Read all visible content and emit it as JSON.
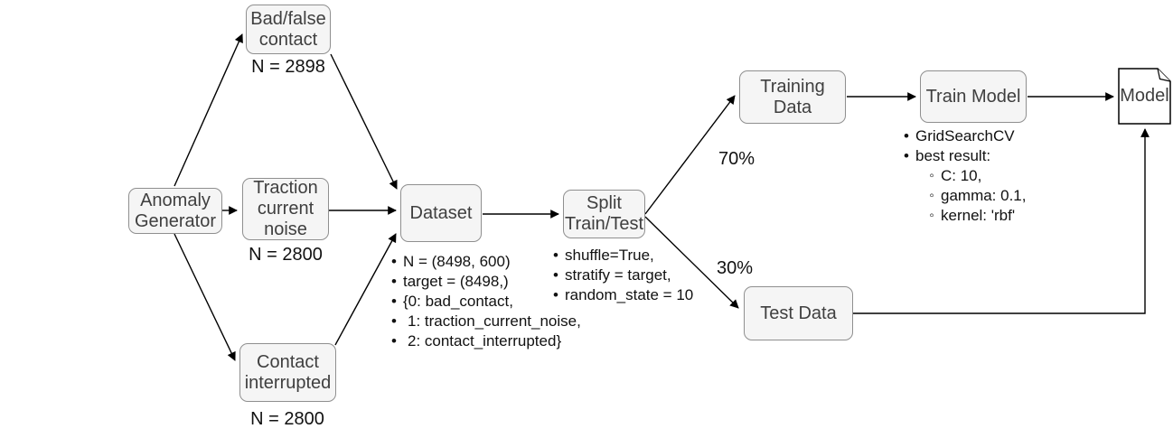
{
  "diagram": {
    "title": "ML training pipeline flowchart",
    "nodes": {
      "anomaly_generator": {
        "lines": [
          "Anomaly",
          "Generator"
        ]
      },
      "bad_false_contact": {
        "lines": [
          "Bad/false",
          "contact"
        ],
        "count": "N = 2898"
      },
      "traction_current_noise": {
        "lines": [
          "Traction",
          "current",
          "noise"
        ],
        "count": "N = 2800"
      },
      "contact_interrupted": {
        "lines": [
          "Contact",
          "interrupted"
        ],
        "count": "N = 2800"
      },
      "dataset": {
        "lines": [
          "Dataset"
        ]
      },
      "split_train_test": {
        "lines": [
          "Split",
          "Train/Test"
        ]
      },
      "training_data": {
        "lines": [
          "Training",
          "Data"
        ]
      },
      "train_model": {
        "lines": [
          "Train Model"
        ]
      },
      "test_data": {
        "lines": [
          "Test Data"
        ]
      },
      "model": {
        "lines": [
          "Model"
        ]
      }
    },
    "edge_labels": {
      "train_split_pct": "70%",
      "test_split_pct": "30%"
    },
    "dataset_notes": [
      "N = (8498, 600)",
      "target = (8498,)",
      "{0: bad_contact,",
      "1: traction_current_noise,",
      "2: contact_interrupted}"
    ],
    "split_notes": [
      "shuffle=True,",
      "stratify = target,",
      "random_state = 10"
    ],
    "train_model_notes": {
      "items": [
        "GridSearchCV",
        "best result:"
      ],
      "sub_items": [
        "C: 10,",
        "gamma: 0.1,",
        "kernel: 'rbf'"
      ]
    },
    "colors": {
      "node_fill": "#f5f5f5",
      "node_border": "#8f8f8f",
      "connector": "#000000",
      "node_text": "#3f3f3f",
      "note_text": "#111111"
    }
  }
}
